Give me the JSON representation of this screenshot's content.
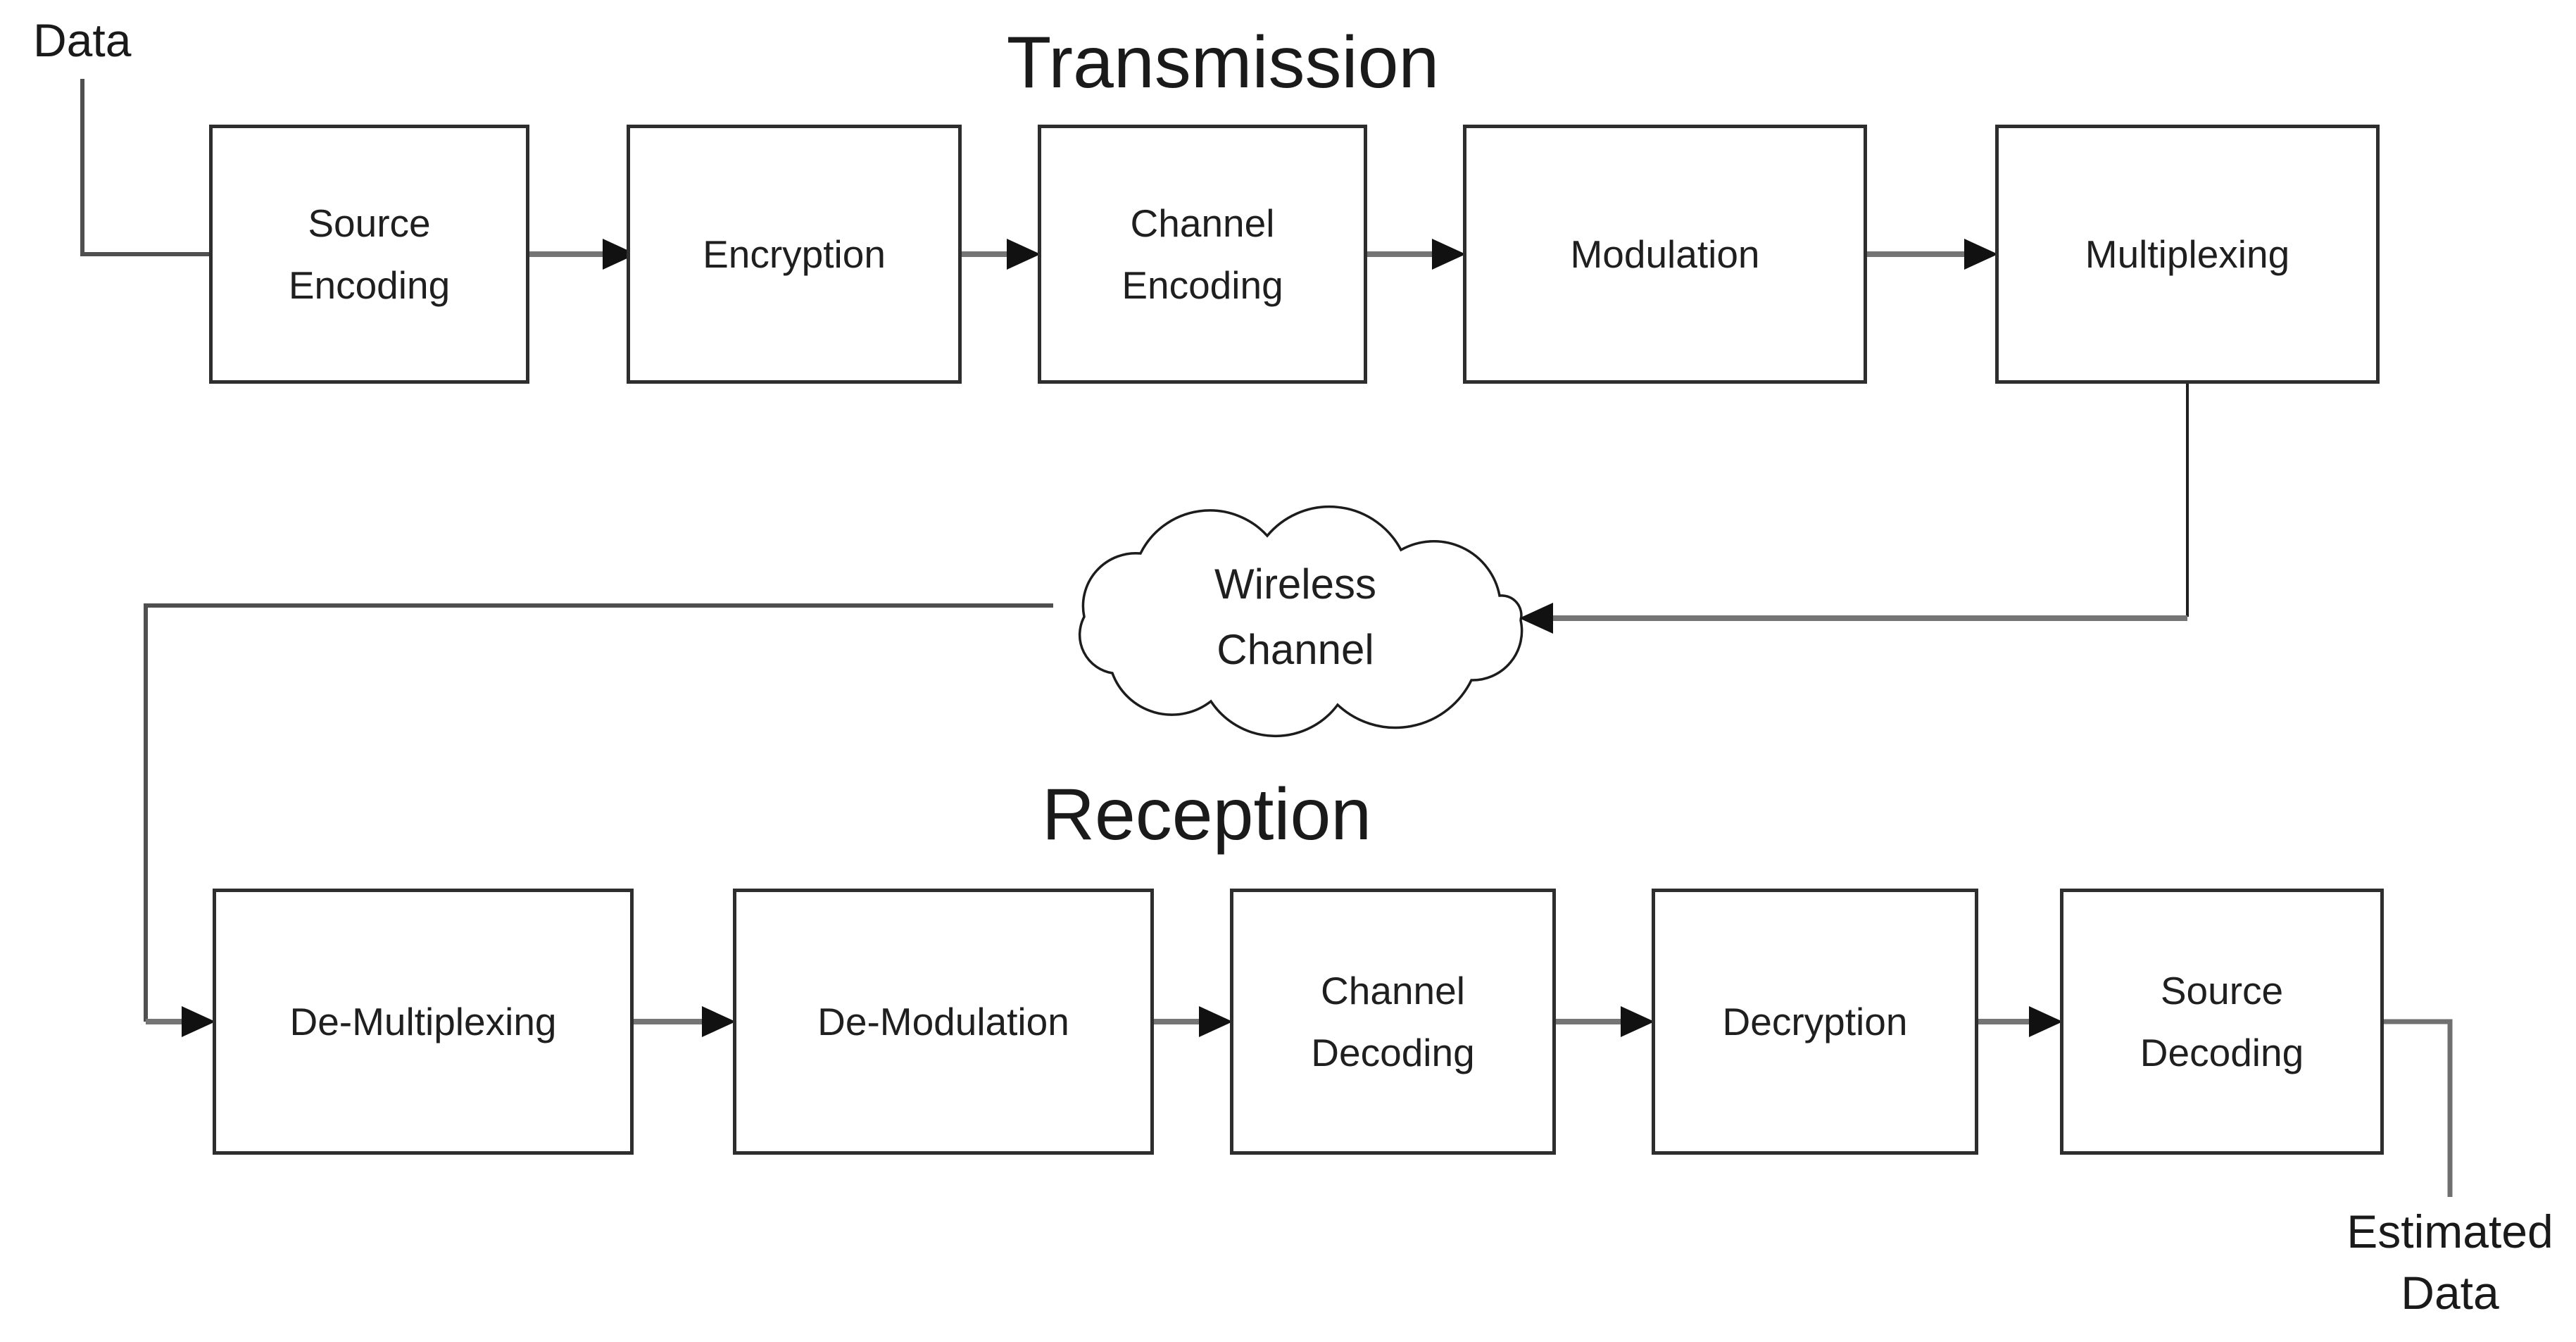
{
  "diagram": {
    "input_label": "Data",
    "output_label": "Estimated\nData",
    "transmission": {
      "title": "Transmission",
      "blocks": [
        {
          "id": "source-encoding",
          "label": "Source\nEncoding"
        },
        {
          "id": "encryption",
          "label": "Encryption"
        },
        {
          "id": "channel-encoding",
          "label": "Channel\nEncoding"
        },
        {
          "id": "modulation",
          "label": "Modulation"
        },
        {
          "id": "multiplexing",
          "label": "Multiplexing"
        }
      ]
    },
    "channel": {
      "label": "Wireless\nChannel"
    },
    "reception": {
      "title": "Reception",
      "blocks": [
        {
          "id": "de-multiplexing",
          "label": "De-Multiplexing"
        },
        {
          "id": "de-modulation",
          "label": "De-Modulation"
        },
        {
          "id": "channel-decoding",
          "label": "Channel\nDecoding"
        },
        {
          "id": "decryption",
          "label": "Decryption"
        },
        {
          "id": "source-decoding",
          "label": "Source\nDecoding"
        }
      ]
    },
    "colors": {
      "background": "#ffffff",
      "box_border": "#2e2e2e",
      "text": "#1f1f1f",
      "connector_gray": "#757575",
      "connector_dark": "#4f4f4f",
      "arrowhead_black": "#111111",
      "cloud_outline": "#1c1c1c"
    }
  }
}
